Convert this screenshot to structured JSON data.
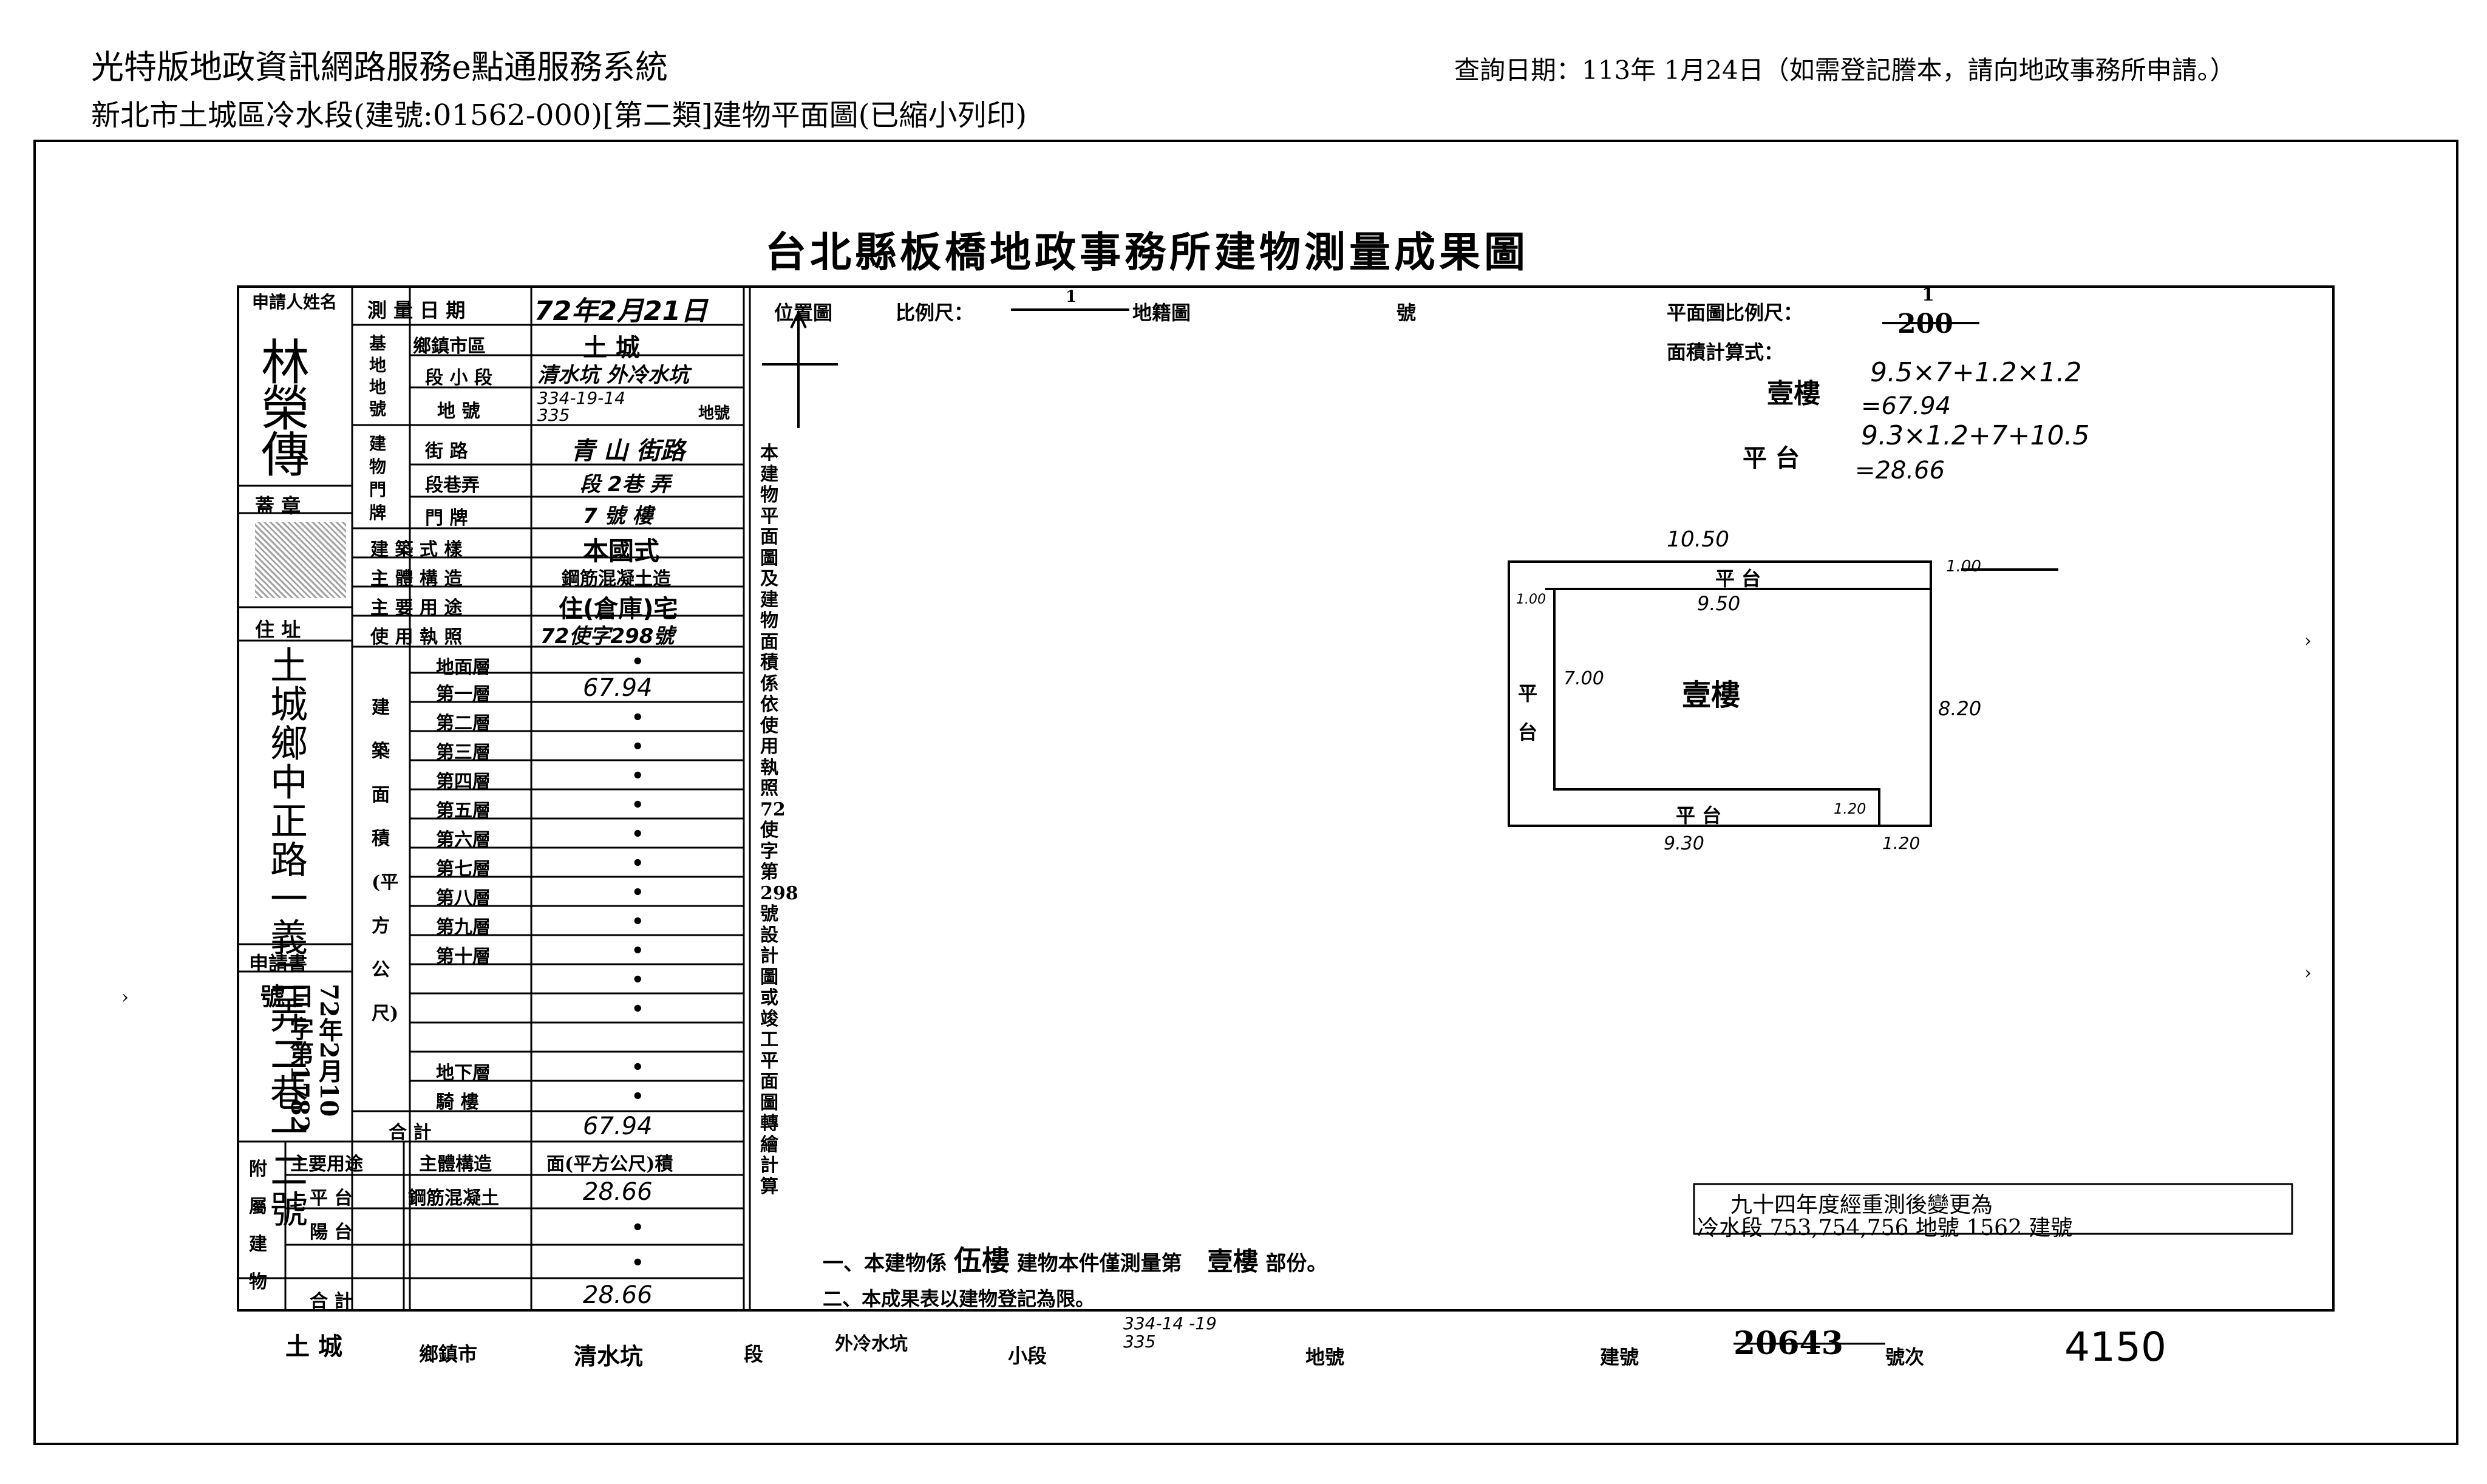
{
  "header": {
    "system_title": "光特版地政資訊網路服務e點通服務系統",
    "subtitle": "新北市土城區冷水段(建號:01562-000)[第二類]建物平面圖(已縮小列印)",
    "query_date": "查詢日期：113年 1月24日（如需登記謄本，請向地政事務所申請。）"
  },
  "doc": {
    "title": "台北縣板橋地政事務所建物測量成果圖",
    "left": {
      "applicant_label": "申請人姓名",
      "applicant_name": "林榮傳",
      "seal_label": "蓋 章",
      "address_label": "住 址",
      "address_value": "土城鄉中正路一義二弄二巷一二號",
      "app_no_label": "申請書",
      "app_no_value": "72年2月10日 字第1782號"
    },
    "table": {
      "survey_date_label": "測 量 日 期",
      "survey_date_value": "72年2月21日",
      "base_label": "基地地號",
      "township_label": "鄉鎮市區",
      "township_value": "土 城",
      "section_label": "段 小 段",
      "section_value": "清水坑 外冷水坑",
      "lot_label": "地 號",
      "lot_value": "334-19-14 335",
      "lot_suffix": "地號",
      "door_label": "建物門牌",
      "street_label": "街 路",
      "street_value": "青 山 街路",
      "lane_label": "段巷弄",
      "lane_value": "段 2巷 弄",
      "number_label": "門 牌",
      "number_value": "7 號 樓",
      "style_label": "建 築 式 樣",
      "style_value": "本國式",
      "structure_label": "主 體 構 造",
      "structure_value": "鋼筋混凝土造",
      "usage_label": "主 要 用 途",
      "usage_value": "住(倉庫)宅",
      "license_label": "使 用 執 照",
      "license_value": "72使字298號",
      "area_label": "建築面積(平方公尺)",
      "floors": [
        {
          "name": "地面層",
          "value": "•"
        },
        {
          "name": "第一層",
          "value": "67.94"
        },
        {
          "name": "第二層",
          "value": "•"
        },
        {
          "name": "第三層",
          "value": "•"
        },
        {
          "name": "第四層",
          "value": "•"
        },
        {
          "name": "第五層",
          "value": "•"
        },
        {
          "name": "第六層",
          "value": "•"
        },
        {
          "name": "第七層",
          "value": "•"
        },
        {
          "name": "第八層",
          "value": "•"
        },
        {
          "name": "第九層",
          "value": "•"
        },
        {
          "name": "第十層",
          "value": "•"
        },
        {
          "name": "",
          "value": "•"
        },
        {
          "name": "",
          "value": "•"
        },
        {
          "name": "地下層",
          "value": "•"
        },
        {
          "name": "騎 樓",
          "value": "•"
        }
      ],
      "total_label": "合 計",
      "total_value": "67.94",
      "annex_label": "附屬建物",
      "annex_head_use": "主要用途",
      "annex_head_struct": "主體構造",
      "annex_head_area": "面(平方公尺)積",
      "annex_rows": [
        {
          "use": "平 台",
          "struct": "鋼筋混凝土",
          "area": "28.66"
        },
        {
          "use": "陽 台",
          "struct": "",
          "area": "•"
        },
        {
          "use": "",
          "struct": "",
          "area": "•"
        }
      ],
      "annex_total_label": "合 計",
      "annex_total_value": "28.66"
    },
    "middle_note": "本建物平面圖及建物面積係依使用執照72使字第298號設計圖或竣工平面圖轉繪計算",
    "location": {
      "label": "位置圖",
      "scale_label": "比例尺：",
      "scale_value": "1",
      "cadastral_label": "地籍圖",
      "no_label": "號"
    },
    "plan": {
      "scale_label": "平面圖比例尺：",
      "scale_num": "1",
      "scale_den": "200",
      "calc_label": "面積計算式：",
      "floor_label": "壹樓",
      "floor_formula": "9.5×7+1.2×1.2",
      "floor_result": "=67.94",
      "terrace_label": "平 台",
      "terrace_formula": "9.3×1.2+7+10.5",
      "terrace_result": "=28.66",
      "dim_top": "10.50",
      "dim_inner_top": "9.50",
      "dim_right_top": "1.00",
      "dim_left_top": "1.00",
      "dim_left": "7.00",
      "dim_right": "8.20",
      "dim_bottom": "9.30",
      "dim_bottom_right": "1.20",
      "dim_inner_br": "1.20",
      "label_terrace_top": "平 台",
      "label_terrace_left": "平 台",
      "label_terrace_bottom": "平 台",
      "label_room": "壹樓"
    },
    "notes": {
      "note1_pre": "一、本建物係",
      "note1_floors": "伍樓",
      "note1_mid": "建物本件僅測量第",
      "note1_floor": "壹樓",
      "note1_post": "部份。",
      "note2": "二、本成果表以建物登記為限。"
    },
    "change_box": {
      "line1": "九十四年度經重測後變更為",
      "line2": "冷水段 753,754,756 地號 1562 建號"
    },
    "footer": {
      "township": "土 城",
      "township_label": "鄉鎮市",
      "section": "清水坑",
      "section_label": "段",
      "subsection": "外冷水坑",
      "subsection_label": "小段",
      "lot": "334-14 -19 335",
      "lot_label": "地號",
      "building_label": "建號",
      "building_value": "20643",
      "batch_label": "號次",
      "right_no": "4150"
    }
  }
}
